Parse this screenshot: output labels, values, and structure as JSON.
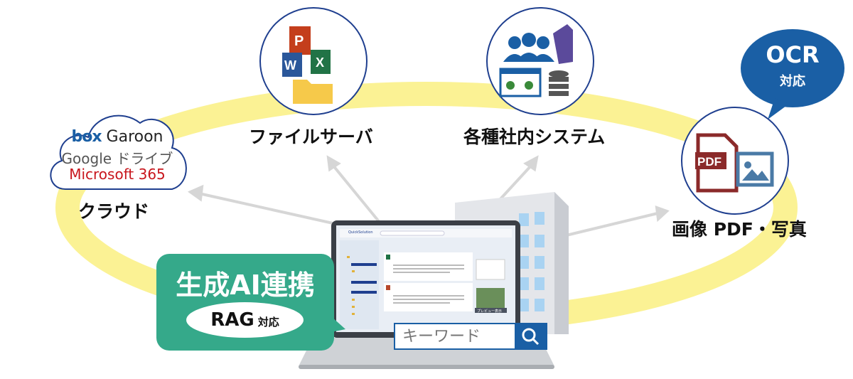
{
  "sources": {
    "cloud": {
      "label": "クラウド",
      "services": [
        "box",
        "Garoon",
        "Google ドライブ",
        "Microsoft 365"
      ]
    },
    "file_server": {
      "label": "ファイルサーバ",
      "icons": [
        "powerpoint-icon",
        "word-icon",
        "excel-icon",
        "folder-icon"
      ]
    },
    "internal_systems": {
      "label": "各種社内システム",
      "icons": [
        "users-icon",
        "binder-icon",
        "web-window-icon",
        "database-icon"
      ]
    },
    "images": {
      "label": "画像 PDF・写真",
      "icons": [
        "pdf-file-icon",
        "image-icon"
      ],
      "pdf_text": "PDF"
    }
  },
  "ocr_bubble": {
    "title": "OCR",
    "subtitle": "対応"
  },
  "ai_bubble": {
    "title": "生成AI連携",
    "rag": "RAG",
    "rag_suffix": "対応"
  },
  "app_screen": {
    "brand": "QuickSolution",
    "preview_button": "プレビュー表示"
  },
  "search": {
    "placeholder": "キーワード"
  },
  "colors": {
    "ring": "#fbf294",
    "navy": "#1f3f8f",
    "green": "#35a98a",
    "blue": "#1a5fa5",
    "label_bar": "#dcecf8"
  }
}
